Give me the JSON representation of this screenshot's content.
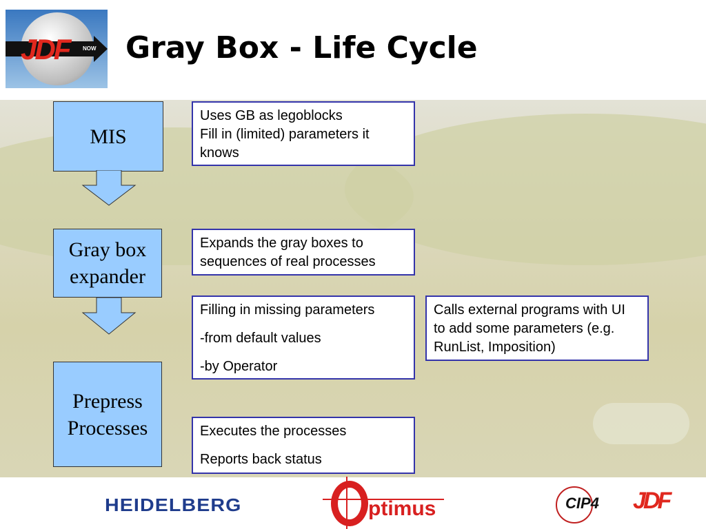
{
  "title": "Gray Box - Life Cycle",
  "logo": {
    "text": "JDF",
    "sub": "NOW"
  },
  "stages": [
    "MIS",
    "Gray box expander",
    "Prepress Processes"
  ],
  "notes": {
    "mis": [
      "Uses GB as legoblocks",
      "Fill in (limited) parameters it knows"
    ],
    "expand": [
      "Expands the gray boxes to sequences of real processes"
    ],
    "fill": [
      "Filling in missing parameters",
      "-from default values",
      "-by Operator"
    ],
    "external": [
      "Calls external programs with UI to add some parameters (e.g. RunList, Imposition)"
    ],
    "exec": [
      "Executes the processes",
      "Reports back status"
    ]
  },
  "footer": {
    "heidelberg": "HEIDELBERG",
    "optimus": "ptimus",
    "cip4": "CIP4",
    "jdf": "JDF"
  }
}
